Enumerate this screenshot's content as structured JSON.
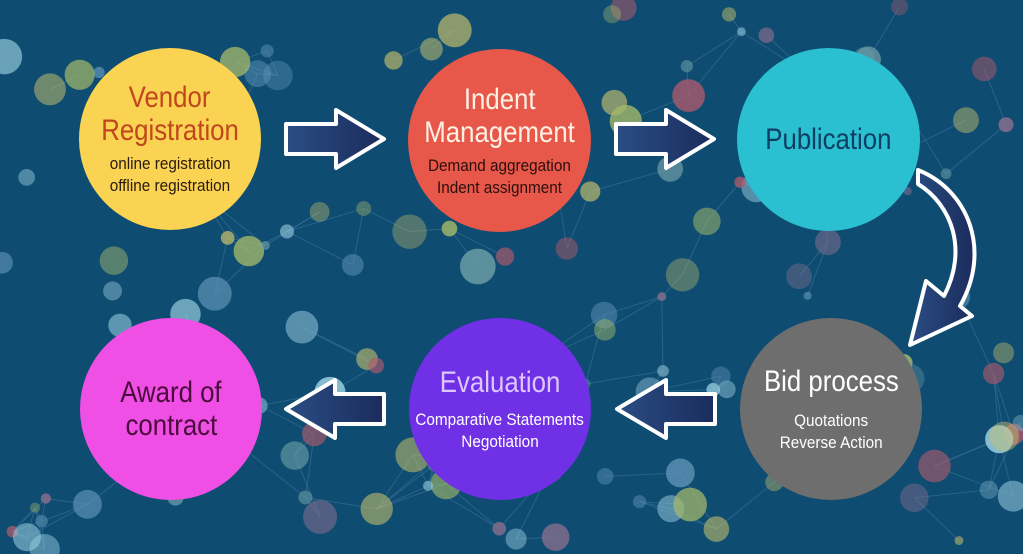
{
  "colors": {
    "background": "#0f4c72",
    "arrow_fill": "#1f3566",
    "arrow_stroke": "#ffffff"
  },
  "steps": [
    {
      "title": "Vendor Registration",
      "title_lines": [
        "Vendor",
        "Registration"
      ],
      "items": [
        "online registration",
        "offline registration"
      ],
      "color": "#fbd352"
    },
    {
      "title": "Indent Management",
      "title_lines": [
        "Indent",
        "Management"
      ],
      "items": [
        "Demand aggregation",
        "Indent assignment"
      ],
      "color": "#e7584b"
    },
    {
      "title": "Publication",
      "title_lines": [
        "Publication"
      ],
      "items": [],
      "color": "#2bc0d1"
    },
    {
      "title": "Bid process",
      "title_lines": [
        "Bid process"
      ],
      "items": [
        "Quotations",
        "Reverse Action"
      ],
      "color": "#6e6e6e"
    },
    {
      "title": "Evaluation",
      "title_lines": [
        "Evaluation"
      ],
      "items": [
        "Comparative Statements",
        "Negotiation"
      ],
      "color": "#7030e6"
    },
    {
      "title": "Award of contract",
      "title_lines": [
        "Award of",
        "contract"
      ],
      "items": [],
      "color": "#f04fe6"
    }
  ],
  "flow": [
    {
      "from": "Vendor Registration",
      "to": "Indent Management"
    },
    {
      "from": "Indent Management",
      "to": "Publication"
    },
    {
      "from": "Publication",
      "to": "Bid process"
    },
    {
      "from": "Bid process",
      "to": "Evaluation"
    },
    {
      "from": "Evaluation",
      "to": "Award of contract"
    }
  ]
}
